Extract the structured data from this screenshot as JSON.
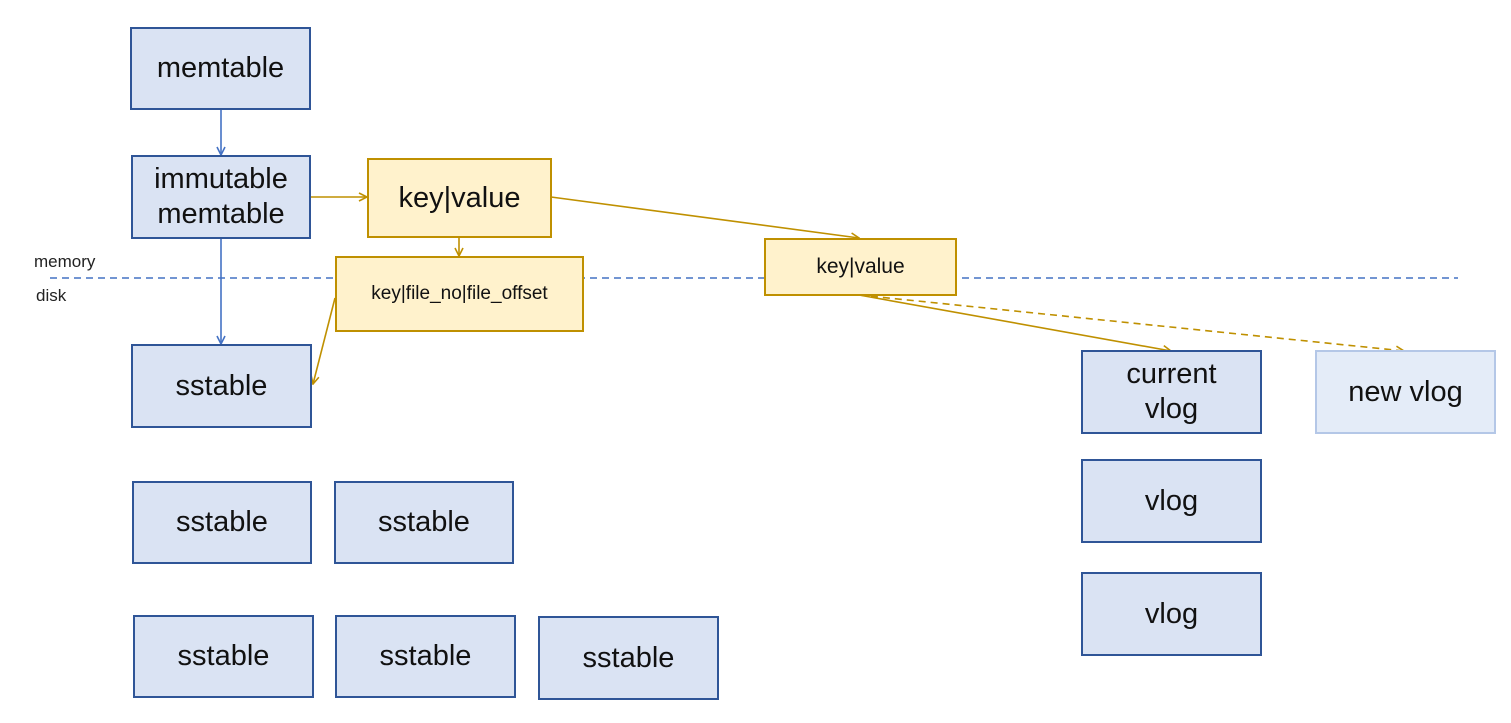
{
  "regions": {
    "memory": "memory",
    "disk": "disk"
  },
  "nodes": {
    "memtable": "memtable",
    "immutable_memtable": [
      "immutable",
      "memtable"
    ],
    "key_value_memory": "key|value",
    "key_file_pointer": "key|file_no|file_offset",
    "key_value_boundary": "key|value",
    "sstable_l0": "sstable",
    "sstable_l1": [
      "sstable",
      "sstable"
    ],
    "sstable_l2": [
      "sstable",
      "sstable",
      "sstable"
    ],
    "current_vlog": [
      "current",
      "vlog"
    ],
    "vlog": [
      "vlog",
      "vlog"
    ],
    "new_vlog": "new vlog"
  },
  "colors": {
    "blue_fill": "#dae3f3",
    "blue_border": "#2f5597",
    "blue_arrow": "#4472c4",
    "yellow_fill": "#fff2cc",
    "yellow_border": "#bf9000",
    "faded_fill": "#e4ecf8",
    "faded_border": "#b4c7e7",
    "divider": "#4472c4"
  }
}
